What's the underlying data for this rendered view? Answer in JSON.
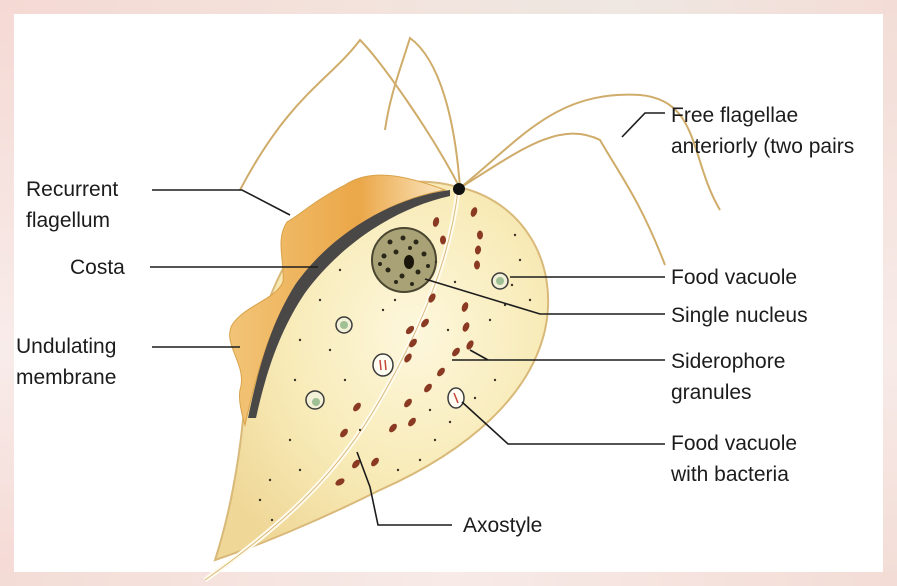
{
  "labels": {
    "recurrent_flagellum": [
      "Recurrent",
      "flagellum"
    ],
    "costa": "Costa",
    "undulating_membrane": [
      "Undulating",
      "membrane"
    ],
    "free_flagellae": [
      "Free flagellae",
      "anteriorly (two pairs"
    ],
    "food_vacuole": "Food vacuole",
    "single_nucleus": "Single nucleus",
    "siderophore_granules": [
      "Siderophore",
      "granules"
    ],
    "food_vacuole_bacteria": [
      "Food vacuole",
      "with bacteria"
    ],
    "axostyle": "Axostyle"
  },
  "colors": {
    "body_fill": "#f8edbb",
    "body_outline": "#d9b979",
    "membrane": "#efb256",
    "costa": "#4a4747",
    "nucleus": "#a8a276",
    "granule": "#8a3a22",
    "leader": "#1c1c1c"
  }
}
